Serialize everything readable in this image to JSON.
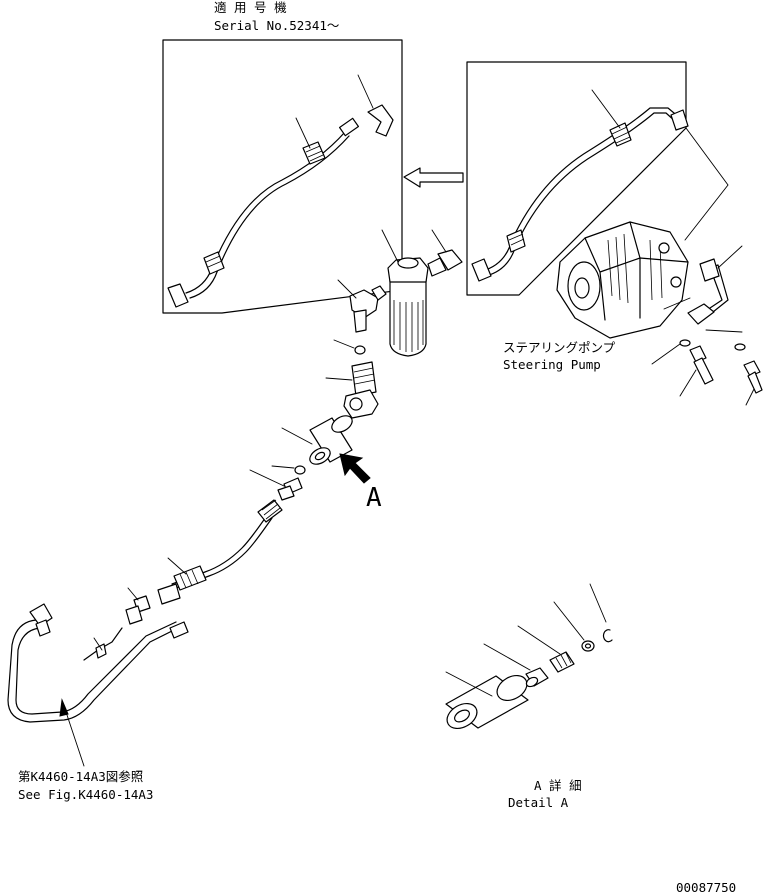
{
  "labels": {
    "serial_jp": "適 用 号 機",
    "serial_en": "Serial No.52341～",
    "pump_jp": "ステアリングポンプ",
    "pump_en": "Steering Pump",
    "view_letter": "A",
    "ref_jp": "第K4460-14A3図参照",
    "ref_en": "See Fig.K4460-14A3",
    "detail_jp": "A 詳 細",
    "detail_en": "Detail A",
    "drawing_no": "00087750"
  }
}
